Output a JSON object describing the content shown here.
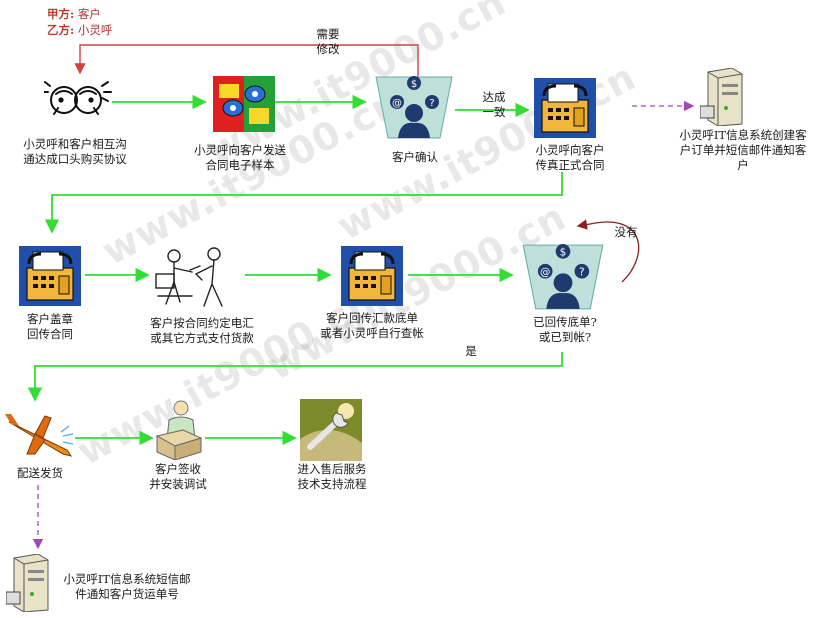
{
  "legend": {
    "party_a_key": "甲方:",
    "party_a_val": "客户",
    "party_b_key": "乙方:",
    "party_b_val": "小灵呼"
  },
  "nodes": {
    "negotiate": [
      "小灵呼和客户相互沟",
      "通达成口头购买协议"
    ],
    "send_sample": [
      "小灵呼向客户发送",
      "合同电子样本"
    ],
    "confirm": [
      "客户确认"
    ],
    "fax_contract": [
      "小灵呼向客户",
      "传真正式合同"
    ],
    "create_order": [
      "小灵呼IT信息系统创建客",
      "户订单并短信邮件通知客",
      "户"
    ],
    "stamp_return": [
      "客户盖章",
      "回传合同"
    ],
    "pay": [
      "客户按合同约定电汇",
      "或其它方式支付货款"
    ],
    "remit_slip": [
      "客户回传汇款底单",
      "或者小灵呼自行查帐"
    ],
    "check_payment": [
      "已回传底单?",
      "或已到帐?"
    ],
    "ship": [
      "配送发货"
    ],
    "install": [
      "客户签收",
      "并安装调试"
    ],
    "after_sales": [
      "进入售后服务",
      "技术支持流程"
    ],
    "notify_waybill": [
      "小灵呼IT信息系统短信邮",
      "件通知客户货运单号"
    ]
  },
  "edge_labels": {
    "revise": [
      "需要",
      "修改"
    ],
    "agree": [
      "达成",
      "一致"
    ],
    "no": "没有",
    "yes": "是"
  },
  "watermark": "www.it9000.cn",
  "colors": {
    "flow": "#33dd33",
    "revise": "#d44040",
    "notify": "#a04ab0",
    "loop": "#8b2020"
  }
}
